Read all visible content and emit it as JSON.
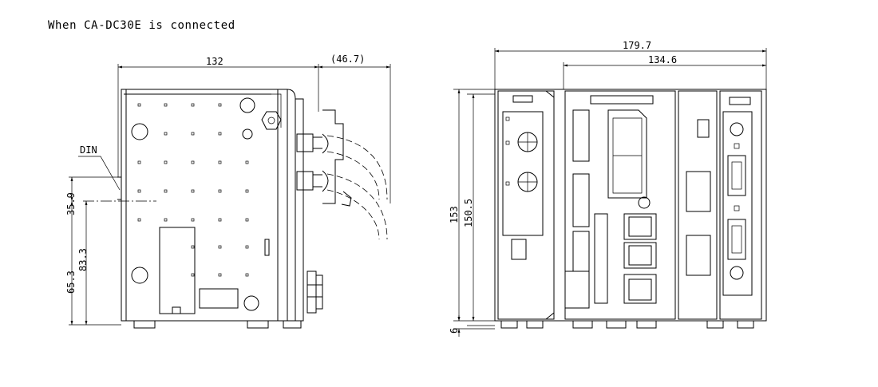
{
  "title": "When CA-DC30E is connected",
  "side_view": {
    "din_label": "DIN",
    "dimensions": {
      "width": "132",
      "cable_depth": "(46.7)",
      "din_to_top": "35.9",
      "din_to_mount": "83.3",
      "din_to_bottom": "65.3"
    }
  },
  "front_view": {
    "dimensions": {
      "overall_width": "179.7",
      "module_width": "134.6",
      "total_height": "153",
      "body_height": "150.5",
      "foot_height": "6"
    }
  }
}
